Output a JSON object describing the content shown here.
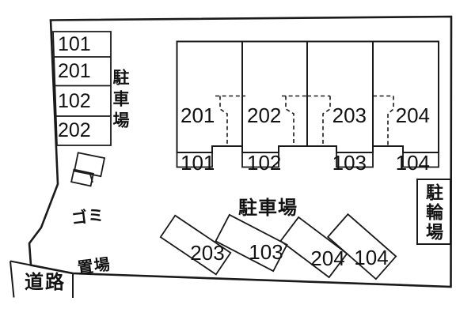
{
  "colors": {
    "site_fill": "#f1f1ef",
    "unit_fill": "#faf6c5",
    "space_fill": "#ffffff",
    "line": "#1a1a1a"
  },
  "left_parking": {
    "label_vertical": "駐車場",
    "spaces": [
      "101",
      "201",
      "102",
      "202"
    ]
  },
  "building": {
    "units": [
      {
        "upper": "201",
        "lower": "101"
      },
      {
        "upper": "202",
        "lower": "102"
      },
      {
        "upper": "203",
        "lower": "103"
      },
      {
        "upper": "204",
        "lower": "104"
      }
    ]
  },
  "bottom_parking": {
    "label": "駐車場",
    "spaces": [
      "203",
      "103",
      "204",
      "104"
    ]
  },
  "bicycle_parking": {
    "label_vertical": "駐輪場"
  },
  "garbage_area": {
    "line1": "ゴミ",
    "line2": "置場"
  },
  "road": {
    "label": "道路"
  }
}
